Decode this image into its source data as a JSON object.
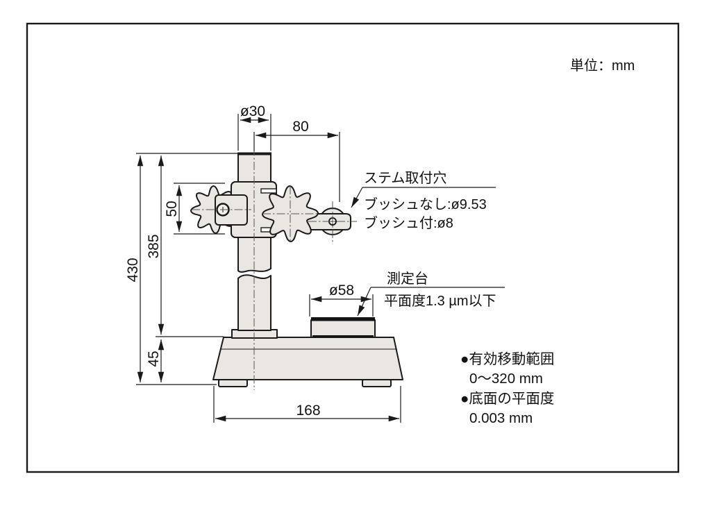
{
  "drawing": {
    "unit_note": "単位：mm",
    "dims": {
      "column_diameter": "ø30",
      "arm_reach": "80",
      "knob_span": "50",
      "total_height": "430",
      "column_height": "385",
      "base_height": "45",
      "base_width": "168",
      "anvil_diameter": "ø58"
    },
    "stem_label": {
      "title": "ステム取付穴",
      "without_bush": "ブッシュなし:ø9.53",
      "with_bush": "ブッシュ付:ø8"
    },
    "anvil_label": {
      "title": "測定台",
      "flatness": "平面度1.3 µm以下"
    },
    "notes": [
      {
        "label": "●有効移動範囲",
        "value": "0～320 mm"
      },
      {
        "label": "●底面の平面度",
        "value": "0.003 mm"
      }
    ],
    "colors": {
      "part_fill": "#eae7e2",
      "line": "#1a1a1a",
      "centerline": "#555555",
      "background": "#ffffff"
    }
  }
}
